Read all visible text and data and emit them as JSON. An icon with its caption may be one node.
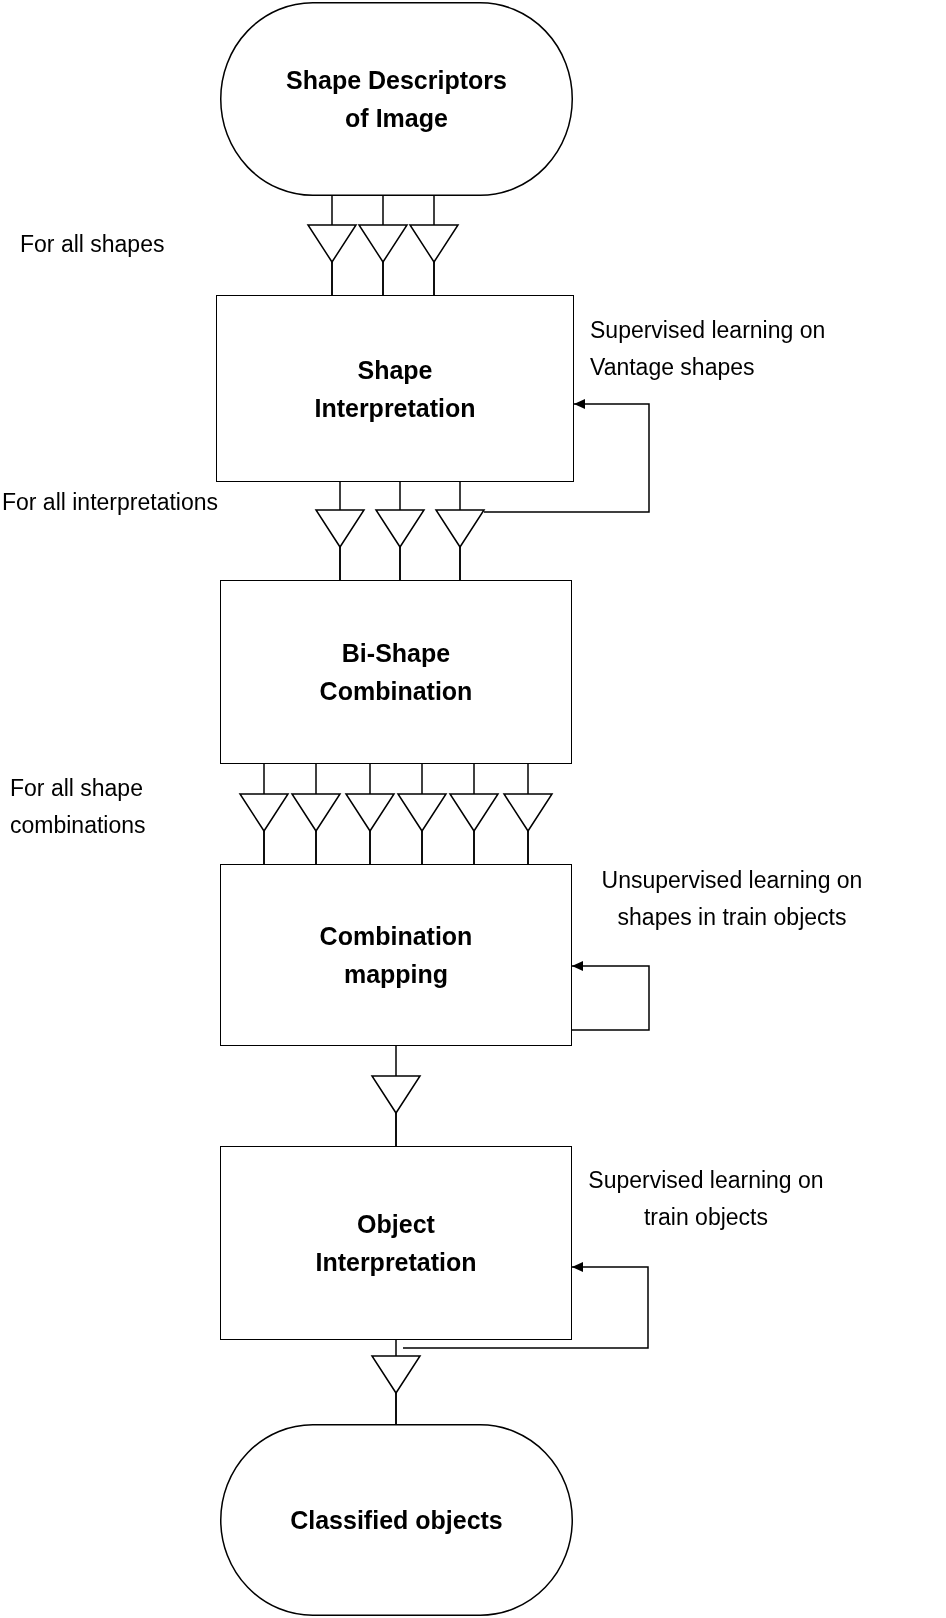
{
  "diagram": {
    "nodes": [
      {
        "text": [
          "Shape Descriptors of Image"
        ]
      },
      {
        "text": [
          "Shape Interpretation"
        ],
        "beside": [
          "Supervised learning on Vantage shapes"
        ]
      },
      {
        "text": [
          "Bi-Shape Combination"
        ]
      },
      {
        "text": [
          "Combination mapping"
        ],
        "beside": [
          "Unsupervised learning on shapes in train objects"
        ]
      },
      {
        "text": [
          "Object Interpretation"
        ],
        "beside": [
          "Supervised learning on train objects"
        ]
      },
      {
        "text": [
          "Classified objects"
        ]
      }
    ],
    "edges": [
      {
        "from": 0,
        "to": 1,
        "arrow": "to"
      },
      {
        "from": 0,
        "to": 1,
        "arrow": "to"
      },
      {
        "from": 0,
        "to": 1,
        "arrow": "to"
      },
      {
        "from": 1,
        "to": 2,
        "arrow": "to"
      },
      {
        "from": 1,
        "to": 2,
        "arrow": "to"
      },
      {
        "from": 1,
        "to": 2,
        "arrow": "to"
      },
      {
        "from": 1,
        "to": 1,
        "arrow": "to"
      },
      {
        "from": 2,
        "to": 3,
        "arrow": "to"
      },
      {
        "from": 2,
        "to": 3,
        "arrow": "to"
      },
      {
        "from": 2,
        "to": 3,
        "arrow": "to"
      },
      {
        "from": 2,
        "to": 3,
        "arrow": "to"
      },
      {
        "from": 2,
        "to": 3,
        "arrow": "to"
      },
      {
        "from": 2,
        "to": 3,
        "arrow": "to"
      },
      {
        "from": 3,
        "to": 4,
        "arrow": "to"
      },
      {
        "from": 3,
        "to": 3,
        "arrow": "to"
      },
      {
        "from": 4,
        "to": 5,
        "arrow": "to"
      },
      {
        "from": 4,
        "to": 4,
        "arrow": "to"
      }
    ],
    "labels": [
      "For all shapes",
      "For all interpretations",
      "For all shape combinations"
    ]
  }
}
